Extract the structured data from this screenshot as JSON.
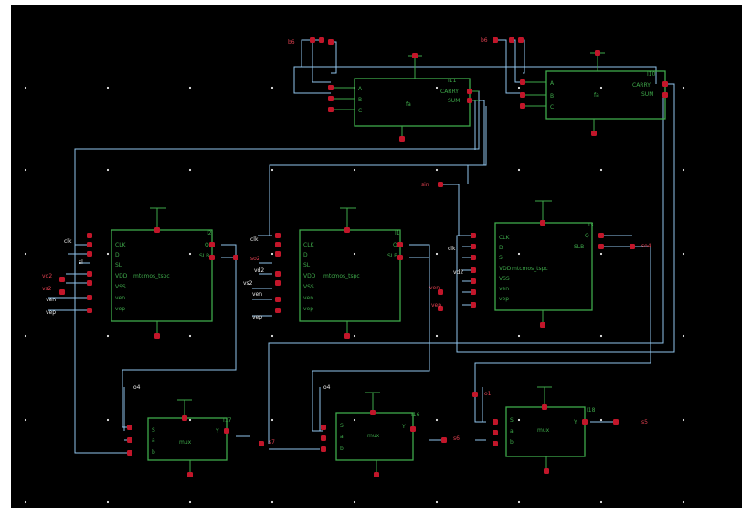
{
  "colors": {
    "background": "#000000",
    "wire": "#8fc4ec",
    "symbol": "#3ea84a",
    "pin": "#c2162a",
    "label": "#e8e8e8"
  },
  "fa_blocks": [
    {
      "instance": "I11",
      "name": "fa",
      "inputs": [
        "A",
        "B",
        "C"
      ],
      "outputs": [
        "CARRY",
        "SUM"
      ]
    },
    {
      "instance": "I10",
      "name": "fa",
      "inputs": [
        "A",
        "B",
        "C"
      ],
      "outputs": [
        "CARRY",
        "SUM"
      ]
    }
  ],
  "reg_blocks": [
    {
      "instance": "I2",
      "name": "mtcmos_tspc",
      "inputs": [
        "CLK",
        "D",
        "SL",
        "VDD",
        "VSS",
        "ven",
        "vep"
      ],
      "outputs": [
        "Q",
        "SLB"
      ]
    },
    {
      "instance": "I1",
      "name": "mtcmos_tspc",
      "inputs": [
        "CLK",
        "D",
        "SL",
        "VDD",
        "VSS",
        "ven",
        "vep"
      ],
      "outputs": [
        "Q",
        "SLB"
      ]
    },
    {
      "instance": "I3",
      "name": "mtcmos_tspc",
      "inputs": [
        "CLK",
        "D",
        "SI",
        "VDD",
        "VSS",
        "ven",
        "vep"
      ],
      "outputs": [
        "Q",
        "SLB"
      ]
    }
  ],
  "mux_blocks": [
    {
      "instance": "I17",
      "name": "mux",
      "inputs": [
        "S",
        "a",
        "b"
      ],
      "output": "Y"
    },
    {
      "instance": "I16",
      "name": "mux",
      "inputs": [
        "S",
        "a",
        "b"
      ],
      "output": "Y"
    },
    {
      "instance": "I18",
      "name": "mux",
      "inputs": [
        "S",
        "a",
        "b"
      ],
      "output": "Y"
    }
  ],
  "pins": {
    "top_left": "b6",
    "top_right": "b6",
    "sin": "sin",
    "so4": "so4",
    "so2": "so2",
    "ven_mid": "ven",
    "vep_mid": "vep",
    "vdd_left": "vd2",
    "vss_left": "vs2",
    "s7": "s7",
    "s6": "s6",
    "s5": "s5",
    "o1": "o1"
  },
  "net_labels": {
    "clk_left": "clk",
    "sl_left": "sl",
    "ven_left": "ven",
    "vep_left": "vep",
    "clk_mid": "clk",
    "vd2_mid": "vd2",
    "vs2_mid": "vs2",
    "ven_mid": "ven",
    "vep_mid": "vep",
    "clk_right": "clk",
    "vd2_right": "vd2",
    "o4_left": "o4",
    "o4_mid": "o4"
  }
}
